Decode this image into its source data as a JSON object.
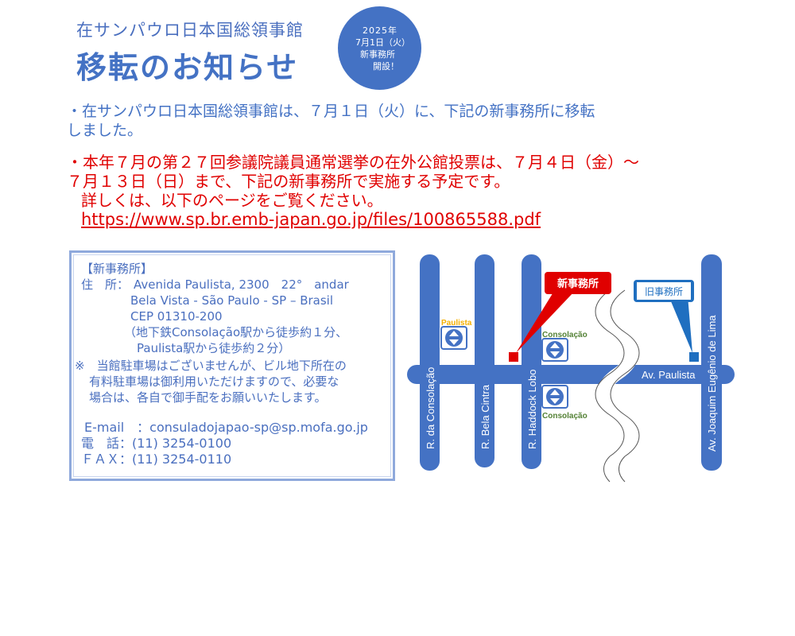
{
  "header": {
    "subtitle": "在サンパウロ日本国総領事館",
    "title": "移転のお知らせ",
    "badge": {
      "line1": "2025年",
      "line2": "7月1日（火）",
      "line3": "新事務所",
      "line4": "開設！"
    }
  },
  "notice": {
    "line1": "・在サンパウロ日本国総領事館は、７月１日（火）に、下記の新事務所に移転",
    "line2": "しました。"
  },
  "election": {
    "line1": "・本年７月の第２７回参議院議員通常選挙の在外公館投票は、７月４日（金）～",
    "line2": "７月１３日（日）まで、下記の新事務所で実施する予定です。",
    "line3": "詳しくは、以下のページをご覧ください。",
    "link": "https://www.sp.br.emb-japan.go.jp/files/100865588.pdf"
  },
  "info": {
    "heading": "【新事務所】",
    "address_label": "住　所：",
    "address1": "Avenida Paulista, 2300　22°　andar",
    "address2": "Bela Vista - São Paulo - SP – Brasil",
    "address3": "CEP 01310-200",
    "access1": "（地下鉄Consolação駅から徒歩約１分、",
    "access2": "Paulista駅から徒歩約２分）",
    "parking1": "※　当館駐車場はございませんが、ビル地下所在の",
    "parking2": "有料駐車場は御利用いただけますので、必要な",
    "parking3": "場合は、各自で御手配をお願いいたします。",
    "email": "E-mail　：consuladojapao-sp@sp.mofa.go.jp",
    "phone": "電　話：(11) 3254-0100",
    "fax": "ＦＡＸ：(11) 3254-0110"
  },
  "map": {
    "colors": {
      "road": "#4472c4",
      "new_office": "#e00000",
      "old_office": "#1f6fc0",
      "station_label": "#538135",
      "paulista_label": "#f4b000"
    },
    "streets": {
      "consolacao": "R. da Consolação",
      "bela_cintra": "R. Bela Cintra",
      "haddock_lobo": "R. Haddock Lobo",
      "joaquim": "Av. Joaquim Eugênio de Lima",
      "paulista": "Av. Paulista"
    },
    "new_office_label": "新事務所",
    "old_office_label": "旧事務所",
    "station_paulista": "Paulista",
    "station_consolacao_1": "Consolação",
    "station_consolacao_2": "Consolação"
  }
}
